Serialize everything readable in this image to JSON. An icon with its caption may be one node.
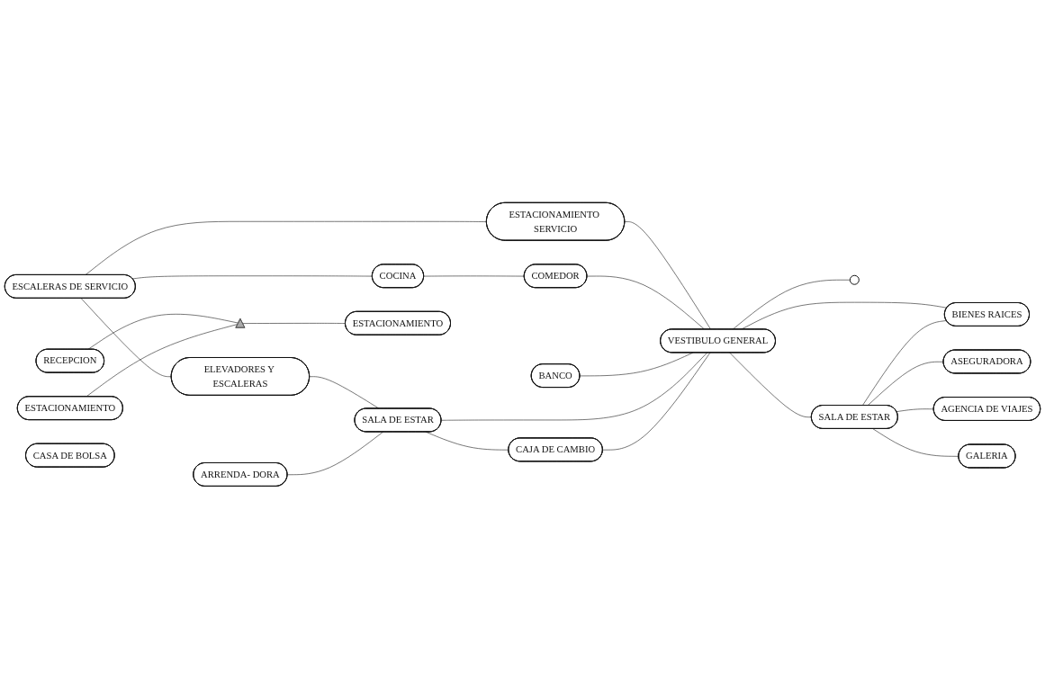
{
  "diagram": {
    "nodes": [
      {
        "text": [
          "ESCALERAS DE SERVICIO"
        ]
      },
      {
        "text": [
          "ESTACIONAMIENTO SERVICIO"
        ]
      },
      {
        "text": [
          "COMEDOR"
        ]
      },
      {
        "text": [
          "COCINA"
        ]
      },
      {
        "text": [
          "ELEVADORES Y ESCALERAS"
        ]
      },
      {
        "text": [
          "BANCO"
        ]
      },
      {
        "text": [
          "CASA DE BOLSA"
        ]
      },
      {
        "text": [],
        "shape": "circle"
      },
      {
        "text": [
          "ASEGURADORA"
        ]
      },
      {
        "text": [
          "ARRENDA- DORA"
        ]
      },
      {
        "text": [
          "SALA DE ESTAR"
        ]
      },
      {
        "text": [
          "VESTIBULO GENERAL"
        ]
      },
      {
        "text": [
          "SALA DE ESTAR"
        ]
      },
      {
        "text": [
          "AGENCIA DE VIAJES"
        ]
      },
      {
        "text": [
          "CAJA DE CAMBIO"
        ]
      },
      {
        "text": [
          "RECEPCION"
        ]
      },
      {
        "text": [
          "BIENES RAICES"
        ]
      },
      {
        "text": [
          "GALERIA"
        ]
      },
      {
        "text": [
          "ESTACIONAMIENTO"
        ]
      },
      {
        "text": [],
        "shape": "triangle"
      },
      {
        "text": [
          "ESTACIONAMIENTO"
        ]
      }
    ],
    "edges": [
      {
        "from": 0,
        "to": 3,
        "arrow": "none"
      },
      {
        "from": 0,
        "to": 1,
        "arrow": "none"
      },
      {
        "from": 0,
        "to": 4,
        "arrow": "none"
      },
      {
        "from": 3,
        "to": 2,
        "arrow": "none"
      },
      {
        "from": 4,
        "to": 10,
        "arrow": "none"
      },
      {
        "from": 1,
        "to": 11,
        "arrow": "none"
      },
      {
        "from": 2,
        "to": 11,
        "arrow": "none"
      },
      {
        "from": 5,
        "to": 11,
        "arrow": "none"
      },
      {
        "from": 9,
        "to": 10,
        "arrow": "none"
      },
      {
        "from": 10,
        "to": 11,
        "arrow": "none"
      },
      {
        "from": 10,
        "to": 14,
        "arrow": "none"
      },
      {
        "from": 14,
        "to": 11,
        "arrow": "none"
      },
      {
        "from": 11,
        "to": 7,
        "arrow": "none"
      },
      {
        "from": 11,
        "to": 12,
        "arrow": "none"
      },
      {
        "from": 11,
        "to": 16,
        "arrow": "none"
      },
      {
        "from": 12,
        "to": 16,
        "arrow": "none"
      },
      {
        "from": 12,
        "to": 8,
        "arrow": "none"
      },
      {
        "from": 12,
        "to": 13,
        "arrow": "none"
      },
      {
        "from": 12,
        "to": 17,
        "arrow": "none"
      },
      {
        "from": 15,
        "to": 19,
        "arrow": "none"
      },
      {
        "from": 18,
        "to": 19,
        "arrow": "none"
      },
      {
        "from": 19,
        "to": 20,
        "arrow": "none"
      }
    ]
  }
}
